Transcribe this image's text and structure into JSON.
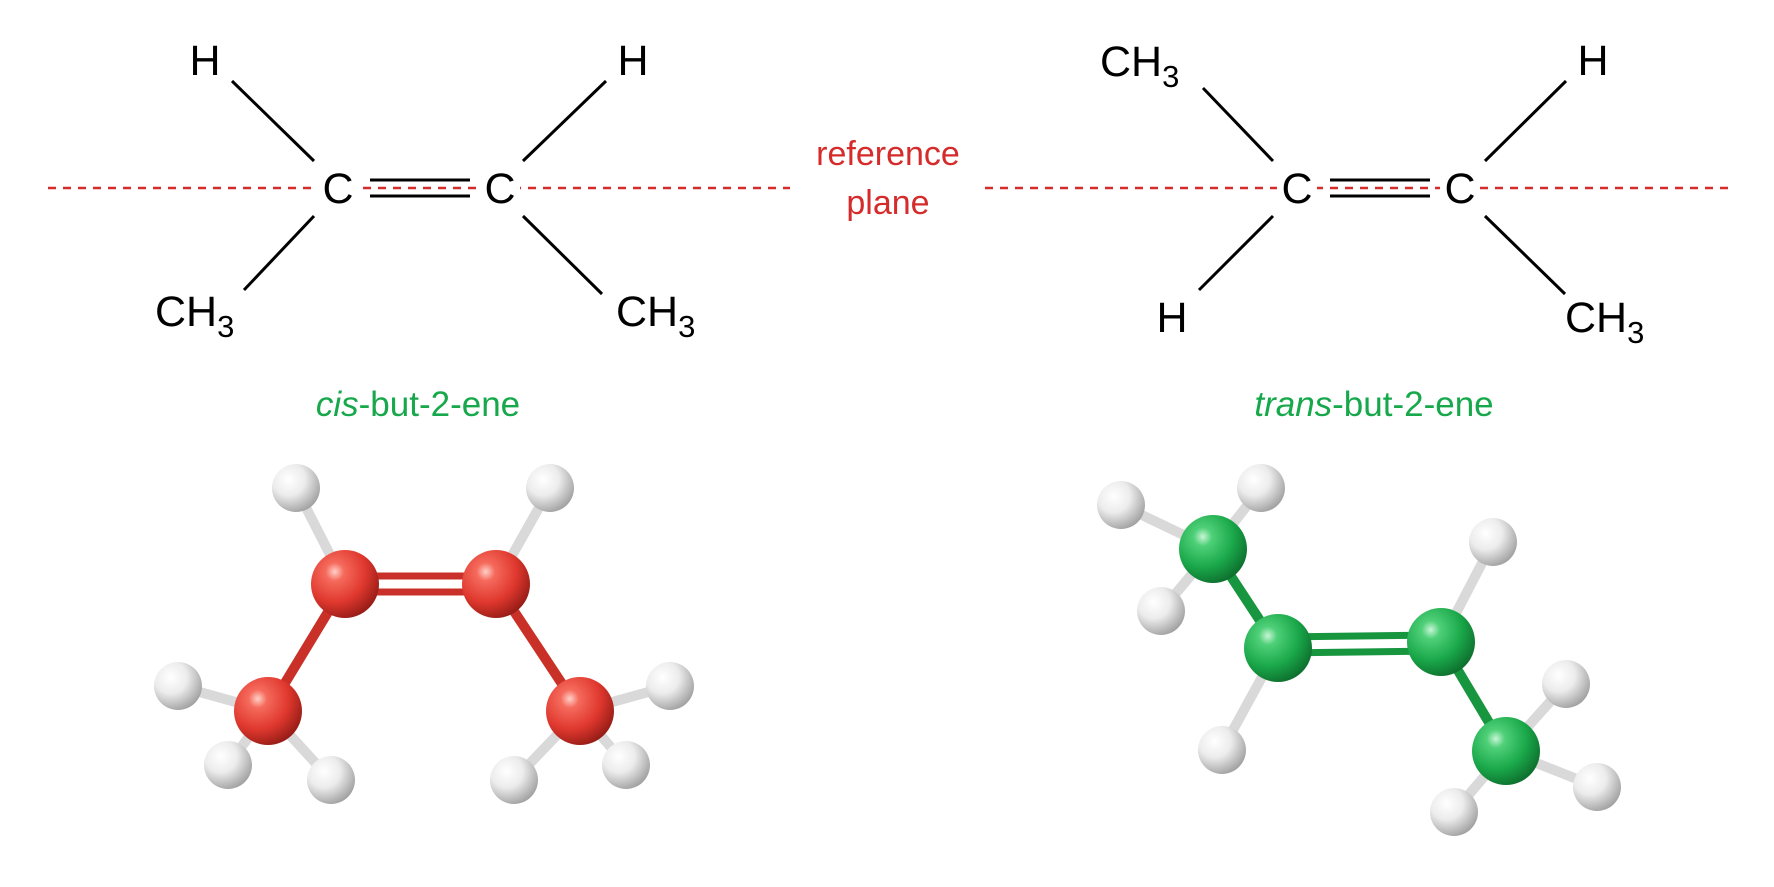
{
  "colors": {
    "reference": "#d52b2b",
    "label": "#17a84b",
    "cis_atom": "#e0382e",
    "trans_atom": "#1aa84a",
    "hydrogen": "#e6e6e6"
  },
  "reference_plane": {
    "line1": "reference",
    "line2": "plane"
  },
  "cis": {
    "atoms": {
      "h_top_left": "H",
      "h_top_right": "H",
      "c_left": "C",
      "c_right": "C",
      "ch3_bottom_left": "CH",
      "ch3_bottom_left_sub": "3",
      "ch3_bottom_right": "CH",
      "ch3_bottom_right_sub": "3"
    },
    "name_prefix": "cis",
    "name_suffix": "-but-2-ene"
  },
  "trans": {
    "atoms": {
      "ch3_top_left": "CH",
      "ch3_top_left_sub": "3",
      "h_top_right": "H",
      "c_left": "C",
      "c_right": "C",
      "h_bottom_left": "H",
      "ch3_bottom_right": "CH",
      "ch3_bottom_right_sub": "3"
    },
    "name_prefix": "trans",
    "name_suffix": "-but-2-ene"
  }
}
